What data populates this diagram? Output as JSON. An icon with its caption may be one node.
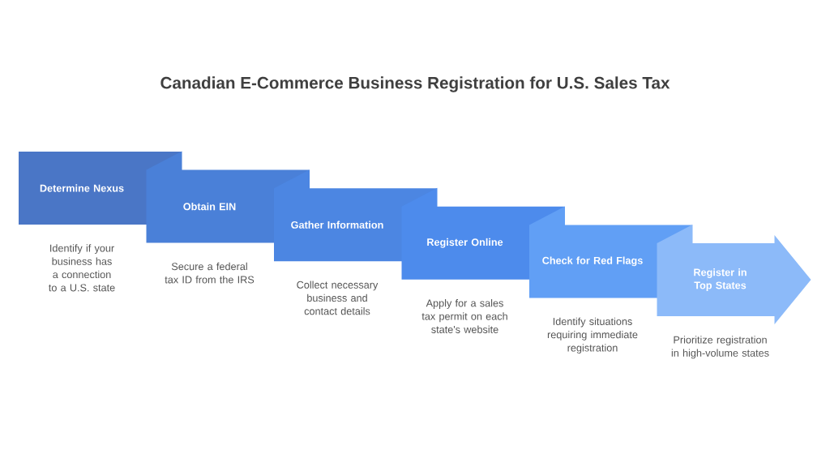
{
  "diagram": {
    "title": "Canadian E-Commerce Business Registration for U.S. Sales Tax",
    "nodes": [
      {
        "text": [
          "Determine Nexus"
        ],
        "beside": [
          "Identify if your business has a connection to a U.S. state"
        ]
      },
      {
        "text": [
          "Obtain EIN"
        ],
        "beside": [
          "Secure a federal tax ID from the IRS"
        ]
      },
      {
        "text": [
          "Gather Information"
        ],
        "beside": [
          "Collect necessary business and contact details"
        ]
      },
      {
        "text": [
          "Register Online"
        ],
        "beside": [
          "Apply for a sales tax permit on each state's website"
        ]
      },
      {
        "text": [
          "Check for Red Flags"
        ],
        "beside": [
          "Identify situations requiring immediate registration"
        ]
      },
      {
        "text": [
          "Register in Top States"
        ],
        "beside": [
          "Prioritize registration in high-volume states"
        ]
      }
    ]
  }
}
